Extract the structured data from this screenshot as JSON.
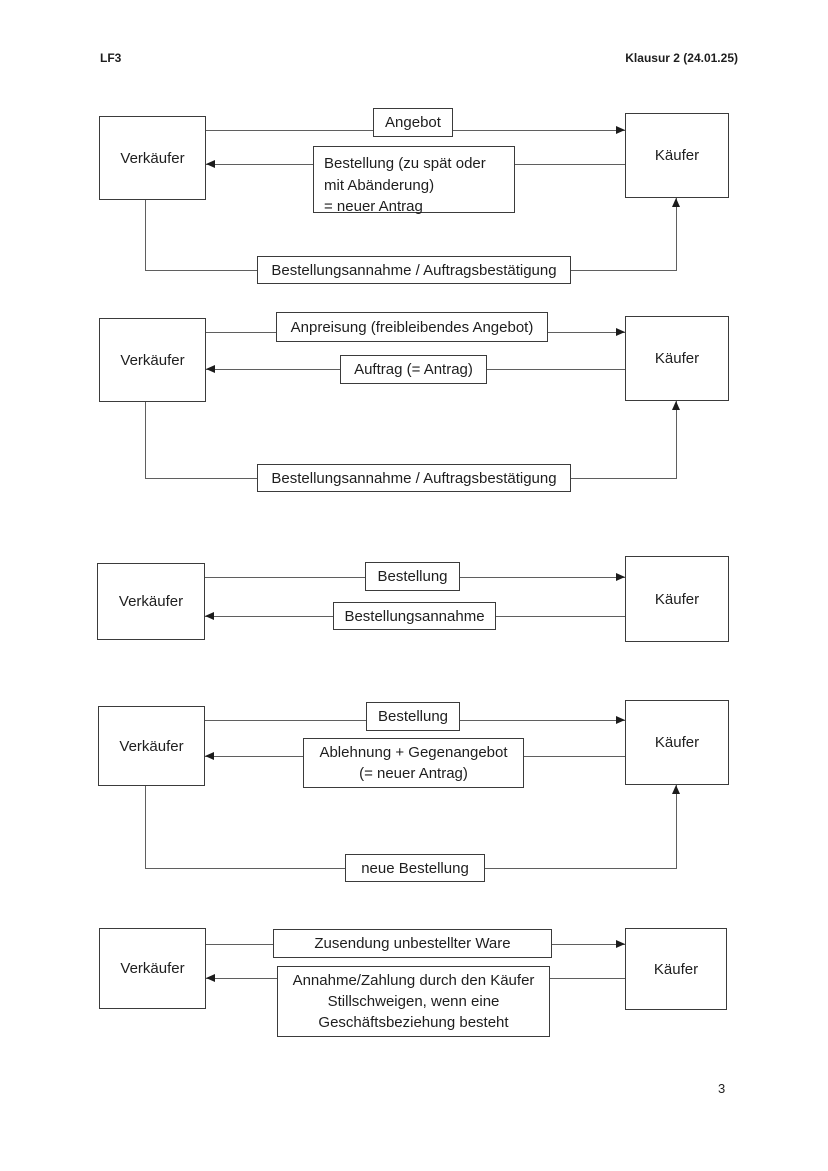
{
  "page": {
    "header_left": "LF3",
    "header_right": "Klausur 2 (24.01.25)",
    "page_number": "3"
  },
  "colors": {
    "background": "#ffffff",
    "line": "#5f5f5f",
    "box_border": "#3b3b3b",
    "text": "#1e1e1e",
    "arrowhead": "#1c1c1c"
  },
  "diagrams": [
    {
      "name": "offer-with-late-or-changed-order",
      "seller": "Verkäufer",
      "buyer": "Käufer",
      "forward_label": "Angebot",
      "return_label_lines": [
        "Bestellung (zu spät oder",
        "mit Abänderung)",
        "= neuer Antrag"
      ],
      "bottom_label": "Bestellungsannahme / Auftragsbestätigung"
    },
    {
      "name": "non-binding-offer",
      "seller": "Verkäufer",
      "buyer": "Käufer",
      "forward_label": "Anpreisung (freibleibendes Angebot)",
      "return_label": "Auftrag (= Antrag)",
      "bottom_label": "Bestellungsannahme / Auftragsbestätigung"
    },
    {
      "name": "simple-order",
      "seller": "Verkäufer",
      "buyer": "Käufer",
      "forward_label": "Bestellung",
      "return_label": "Bestellungsannahme"
    },
    {
      "name": "rejection-counter-offer",
      "seller": "Verkäufer",
      "buyer": "Käufer",
      "forward_label": "Bestellung",
      "return_label_lines": [
        "Ablehnung + Gegenangebot",
        "(= neuer Antrag)"
      ],
      "bottom_label": "neue Bestellung"
    },
    {
      "name": "unsolicited-goods",
      "seller": "Verkäufer",
      "buyer": "Käufer",
      "forward_label": "Zusendung unbestellter Ware",
      "return_label_lines": [
        "Annahme/Zahlung durch den Käufer",
        "Stillschweigen, wenn eine",
        "Geschäftsbeziehung besteht"
      ]
    }
  ]
}
